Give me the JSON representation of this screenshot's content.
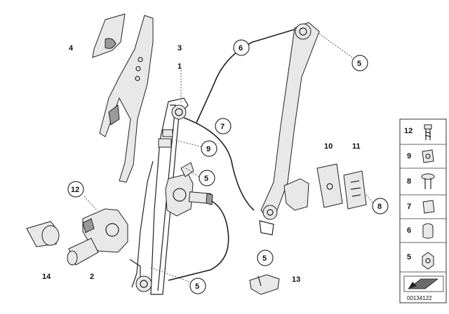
{
  "callouts": {
    "c1": "1",
    "c2": "2",
    "c3": "3",
    "c4": "4",
    "c5a": "5",
    "c5b": "5",
    "c5c": "5",
    "c5d": "5",
    "c6": "6",
    "c7": "7",
    "c8": "8",
    "c9": "9",
    "c10": "10",
    "c11": "11",
    "c12": "12",
    "c13": "13",
    "c14": "14"
  },
  "legend": {
    "items": [
      "12",
      "9",
      "8",
      "7",
      "6",
      "5"
    ]
  },
  "diagram_code": "00134122"
}
